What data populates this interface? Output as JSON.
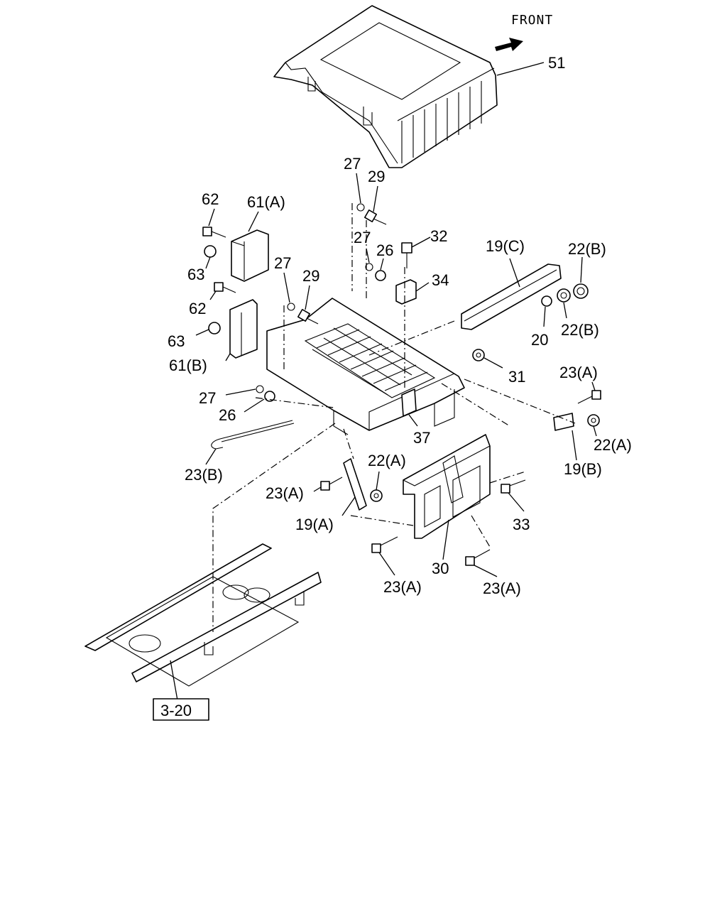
{
  "front_label": "FRONT",
  "ref_box_label": "3-20",
  "callouts": {
    "c51": "51",
    "c27_top": "27",
    "c29_top": "29",
    "c62_top": "62",
    "c61a": "61(A)",
    "c27_mid": "27",
    "c26_mid": "26",
    "c32": "32",
    "c19c": "19(C)",
    "c22b_top": "22(B)",
    "c63_top": "63",
    "c27_left": "27",
    "c29_left": "29",
    "c34": "34",
    "c62_bot": "62",
    "c22b_bot": "22(B)",
    "c20": "20",
    "c63_bot": "63",
    "c61b": "61(B)",
    "c31": "31",
    "c23a_right": "23(A)",
    "c27_low": "27",
    "c26_low": "26",
    "c37": "37",
    "c22a_right": "22(A)",
    "c19b": "19(B)",
    "c23b": "23(B)",
    "c22a_mid": "22(A)",
    "c23a_left": "23(A)",
    "c19a": "19(A)",
    "c33": "33",
    "c30": "30",
    "c23a_bl": "23(A)",
    "c23a_br": "23(A)"
  }
}
